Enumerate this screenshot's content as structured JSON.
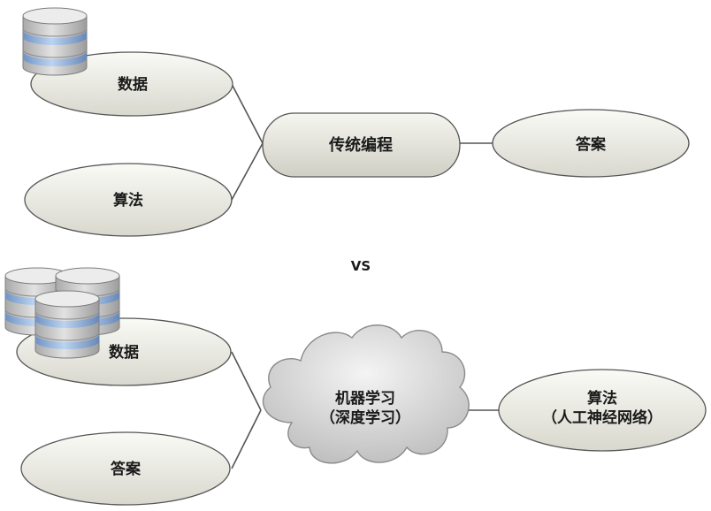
{
  "colors": {
    "node_fill_light": "#f8f8f4",
    "node_fill_dark": "#d6d6cc",
    "node_stroke": "#555555",
    "connector": "#555555",
    "cloud_fill": "#e3e3e3",
    "db_body": "#c4c4c4",
    "db_band": "#8fb0d8",
    "db_top": "#e9e9e9"
  },
  "top": {
    "data_label": "数据",
    "algorithm_label": "算法",
    "process_label": "传统编程",
    "output_label": "答案",
    "db_icon": "database-icon"
  },
  "separator_label": "VS",
  "bottom": {
    "data_label": "数据",
    "answer_label": "答案",
    "process_line1": "机器学习",
    "process_line2": "（深度学习）",
    "output_line1": "算法",
    "output_line2": "（人工神经网络）",
    "db_icon": "database-stack-icon"
  }
}
